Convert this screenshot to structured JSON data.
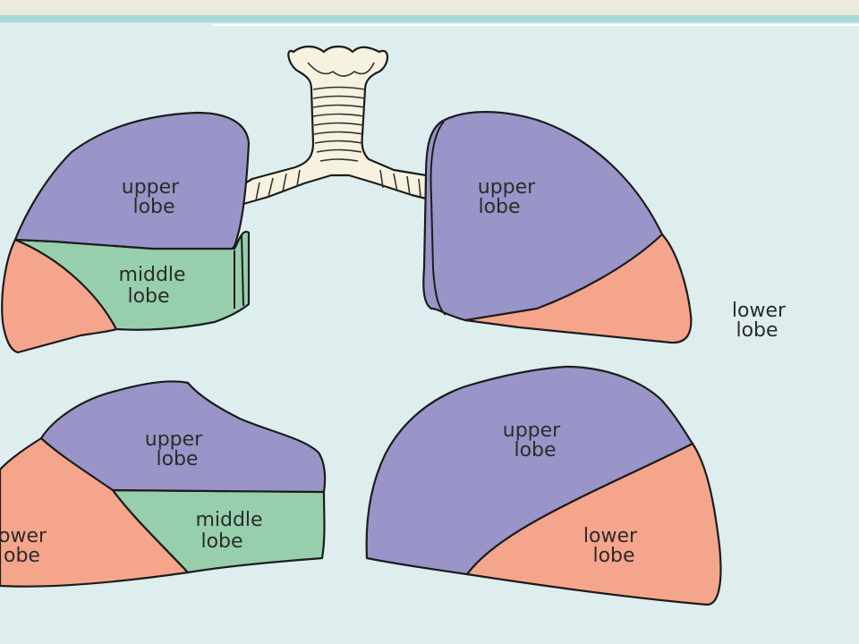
{
  "colors": {
    "upper_lobe": "#9a95c8",
    "middle_lobe": "#97cfac",
    "lower_lobe": "#f5a58c",
    "airway": "#f6f2df",
    "background": "#deeeee"
  },
  "labels": {
    "front_right_upper": [
      "upper",
      "lobe"
    ],
    "front_right_middle": [
      "middle",
      "lobe"
    ],
    "front_left_upper": [
      "upper",
      "lobe"
    ],
    "front_left_lower_outside": [
      "lower",
      "lobe"
    ],
    "side_right_upper": [
      "upper",
      "lobe"
    ],
    "side_right_middle": [
      "middle",
      "lobe"
    ],
    "side_right_lower": [
      "ower",
      "obe"
    ],
    "side_left_upper": [
      "upper",
      "lobe"
    ],
    "side_left_lower": [
      "lower",
      "lobe"
    ]
  }
}
